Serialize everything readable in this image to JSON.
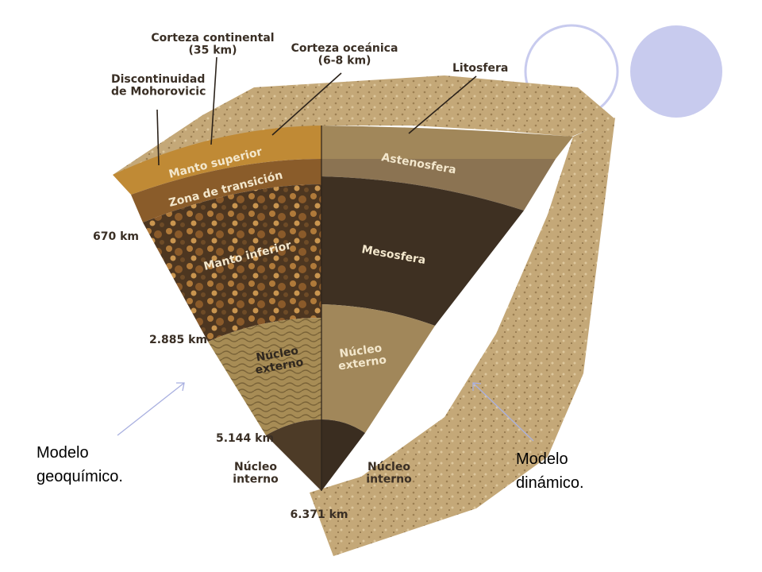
{
  "annotations": {
    "corteza_continental": "Corteza continental\n(35 km)",
    "corteza_oceanica": "Corteza oceánica\n(6-8 km)",
    "discontinuidad": "Discontinuidad\nde Mohorovicic",
    "litosfera": "Litosfera"
  },
  "layers_left": {
    "manto_superior": "Manto superior",
    "zona_transicion": "Zona de transición",
    "manto_inferior": "Manto inferior",
    "nucleo_externo": "Núcleo\nexterno",
    "nucleo_interno": "Núcleo\ninterno"
  },
  "layers_right": {
    "astenosfera": "Astenosfera",
    "mesosfera": "Mesosfera",
    "nucleo_externo": "Núcleo\nexterno",
    "nucleo_interno": "Núcleo\ninterno"
  },
  "depths": {
    "d670": "670 km",
    "d2885": "2.885 km",
    "d5144": "5.144 km",
    "d6371": "6.371 km"
  },
  "captions": {
    "geoquimico": "Modelo\ngeoquímico.",
    "dinamico": "Modelo\ndinámico."
  },
  "colors": {
    "slide_background": "#ffffff",
    "decor_circle": "#c8cbee",
    "caption_arrow": "#a9b0e0"
  }
}
